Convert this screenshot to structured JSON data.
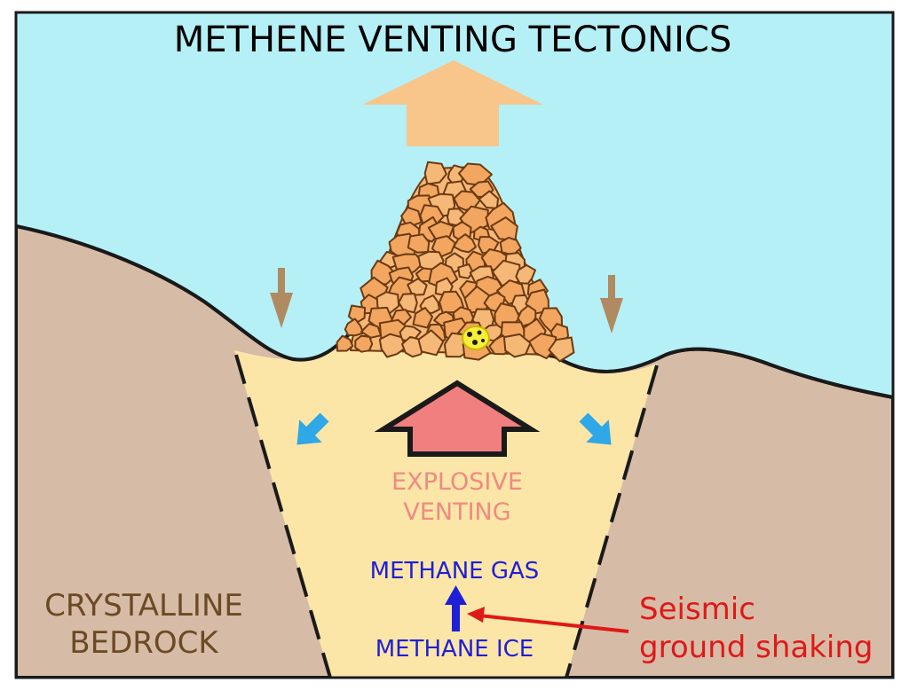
{
  "title": "METHENE VENTING TECTONICS",
  "labels": {
    "bedrock_line1": "CRYSTALLINE",
    "bedrock_line2": "BEDROCK",
    "explosive_line1": "EXPLOSIVE",
    "explosive_line2": "VENTING",
    "methane_gas": "METHANE GAS",
    "methane_ice": "METHANE ICE",
    "seismic_line1": "Seismic",
    "seismic_line2": "ground shaking"
  },
  "colors": {
    "sky": "#b5f0f6",
    "bedrock": "#d6bca6",
    "sediment": "#fbe6a8",
    "rubble": "#f2a660",
    "rubble_light": "#f6b877",
    "up_arrow": "#f8c58a",
    "explosive_arrow": "#f27f7f",
    "explosive_text": "#f08a82",
    "subsidence_arrow": "#b08a60",
    "inflow_arrow": "#2ea8e6",
    "methane_text": "#1f1fd6",
    "seismic": "#e01818",
    "bedrock_text": "#6b4a24"
  }
}
